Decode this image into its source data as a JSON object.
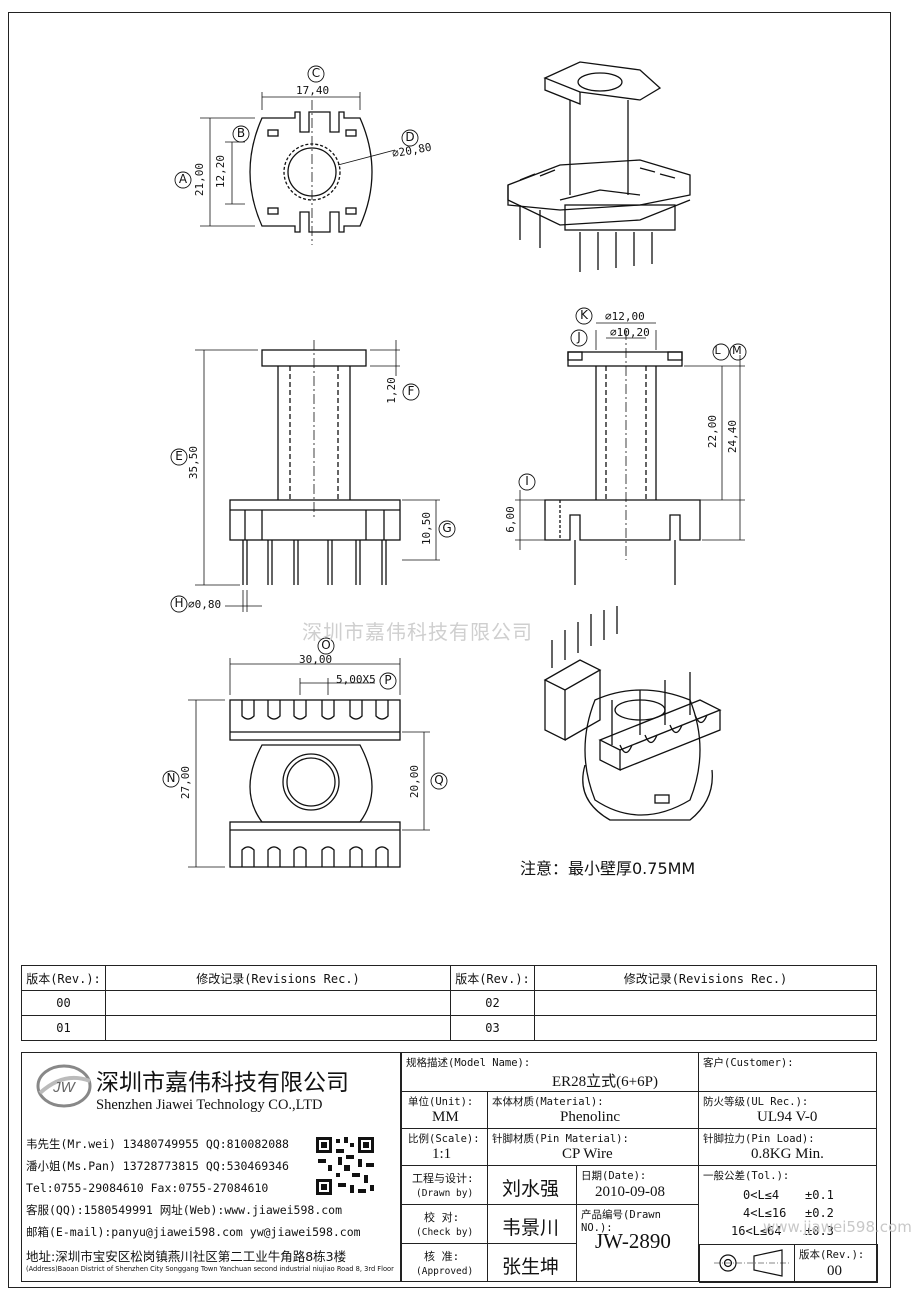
{
  "dims": {
    "c": "17,40",
    "c_letter": "C",
    "b": "12,20",
    "b_letter": "B",
    "a": "21,00",
    "a_letter": "A",
    "d": "⌀20,80",
    "d_letter": "D",
    "k": "⌀12,00",
    "k_letter": "K",
    "j": "⌀10,20",
    "j_letter": "J",
    "lm_letter": "L M",
    "l": "22,00",
    "m": "24,40",
    "i": "6,00",
    "i_letter": "I",
    "f": "1,20",
    "f_letter": "F",
    "e": "35,50",
    "e_letter": "E",
    "g": "10,50",
    "g_letter": "G",
    "h": "⌀0,80",
    "h_letter": "H",
    "o": "30,00",
    "o_letter": "O",
    "p": "5,00X5",
    "p_letter": "P",
    "n": "27,00",
    "n_letter": "N",
    "q": "20,00",
    "q_letter": "Q"
  },
  "watermark": "深圳市嘉伟科技有限公司",
  "note": "注意：最小壁厚0.75MM",
  "revisions": {
    "col_rev": "版本(Rev.):",
    "col_rec": "修改记录(Revisions Rec.)",
    "rows": [
      {
        "left": "00",
        "right": "02"
      },
      {
        "left": "01",
        "right": "03"
      }
    ]
  },
  "company": {
    "logo_text": "JW",
    "name_cn": "深圳市嘉伟科技有限公司",
    "name_en": "Shenzhen Jiawei Technology CO.,LTD",
    "contacts": [
      "韦先生(Mr.wei) 13480749955 QQ:810082088",
      "潘小姐(Ms.Pan) 13728773815 QQ:530469346",
      "Tel:0755-29084610     Fax:0755-27084610",
      "客服(QQ):1580549991   网址(Web):www.jiawei598.com",
      "邮箱(E-mail):panyu@jiawei598.com  yw@jiawei598.com"
    ],
    "address_cn": "地址:深圳市宝安区松岗镇燕川社区第二工业牛角路8栋3楼",
    "address_en": "(Address)Baoan District of Shenzhen City Songgang Town Yanchuan  second industrial niujiao Road 8, 3rd Floor"
  },
  "title_block": {
    "model_label": "规格描述(Model Name):",
    "model_value": "ER28立式(6+6P)",
    "customer_label": "客户(Customer):",
    "customer_value": "",
    "unit_label": "单位(Unit):",
    "unit_value": "MM",
    "material_label": "本体材质(Material):",
    "material_value": "Phenolinc",
    "ul_label": "防火等级(UL Rec.):",
    "ul_value": "UL94 V-0",
    "scale_label": "比例(Scale):",
    "scale_value": "1:1",
    "pin_material_label": "针脚材质(Pin Material):",
    "pin_material_value": "CP Wire",
    "pin_load_label": "针脚拉力(Pin Load):",
    "pin_load_value": "0.8KG Min.",
    "drawn_label": "工程与设计:",
    "drawn_label_en": "(Drawn by)",
    "drawn_value": "刘水强",
    "date_label": "日期(Date):",
    "date_value": "2010-09-08",
    "check_label": "校  对:",
    "check_label_en": "(Check by)",
    "check_value": "韦景川",
    "drawn_no_label": "产品编号(Drawn NO.):",
    "drawn_no_value": "JW-2890",
    "approved_label": "核  准:",
    "approved_label_en": "(Approved)",
    "approved_value": "张生坤",
    "tol_label": "一般公差(Tol.):",
    "tol_rows": [
      {
        "range": "0<L≤4",
        "tol": "±0.1"
      },
      {
        "range": "4<L≤16",
        "tol": "±0.2"
      },
      {
        "range": "16<L≤64",
        "tol": "±0.3"
      }
    ],
    "rev_label": "版本(Rev.):",
    "rev_value": "00",
    "web_watermark": "www.jjawei598.com"
  }
}
